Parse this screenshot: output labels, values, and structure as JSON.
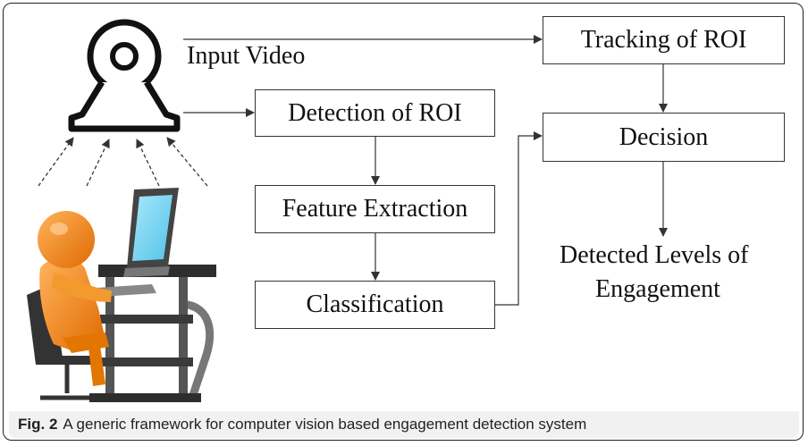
{
  "diagram": {
    "input_label": "Input Video",
    "detection": "Detection of ROI",
    "feature": "Feature Extraction",
    "classification": "Classification",
    "tracking": "Tracking of ROI",
    "decision": "Decision",
    "output_line1": "Detected Levels of",
    "output_line2": "Engagement"
  },
  "caption": {
    "fig": "Fig. 2",
    "text": "A generic framework for computer vision based engagement detection system"
  },
  "colors": {
    "person": "#f07f0c",
    "monitor_screen": "#7fd6f2",
    "desk": "#555555"
  }
}
